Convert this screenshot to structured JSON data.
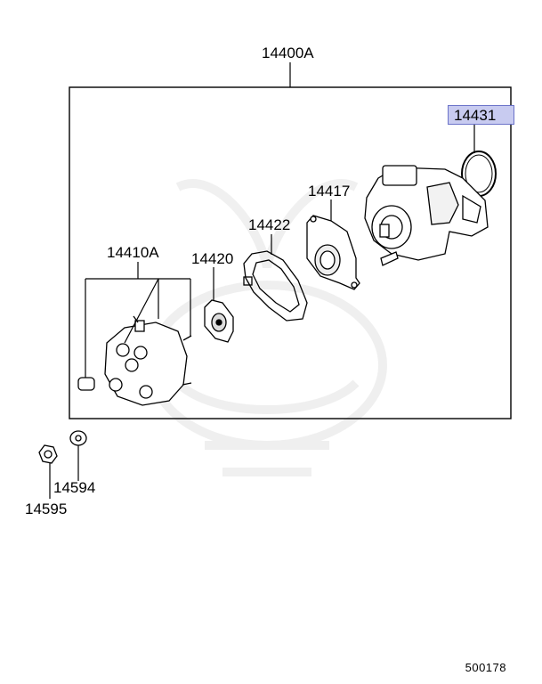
{
  "assembly": {
    "part_number": "14400A"
  },
  "parts": {
    "o_ring": "14431",
    "housing_cover": "14417",
    "gasket": "14422",
    "rotor": "14420",
    "cap": "14410A",
    "washer": "14594",
    "nut": "14595"
  },
  "colors": {
    "highlight_fill": "#c8cbf0",
    "highlight_border": "#6b73c9",
    "line": "#000000"
  },
  "diagram_code": "500178"
}
